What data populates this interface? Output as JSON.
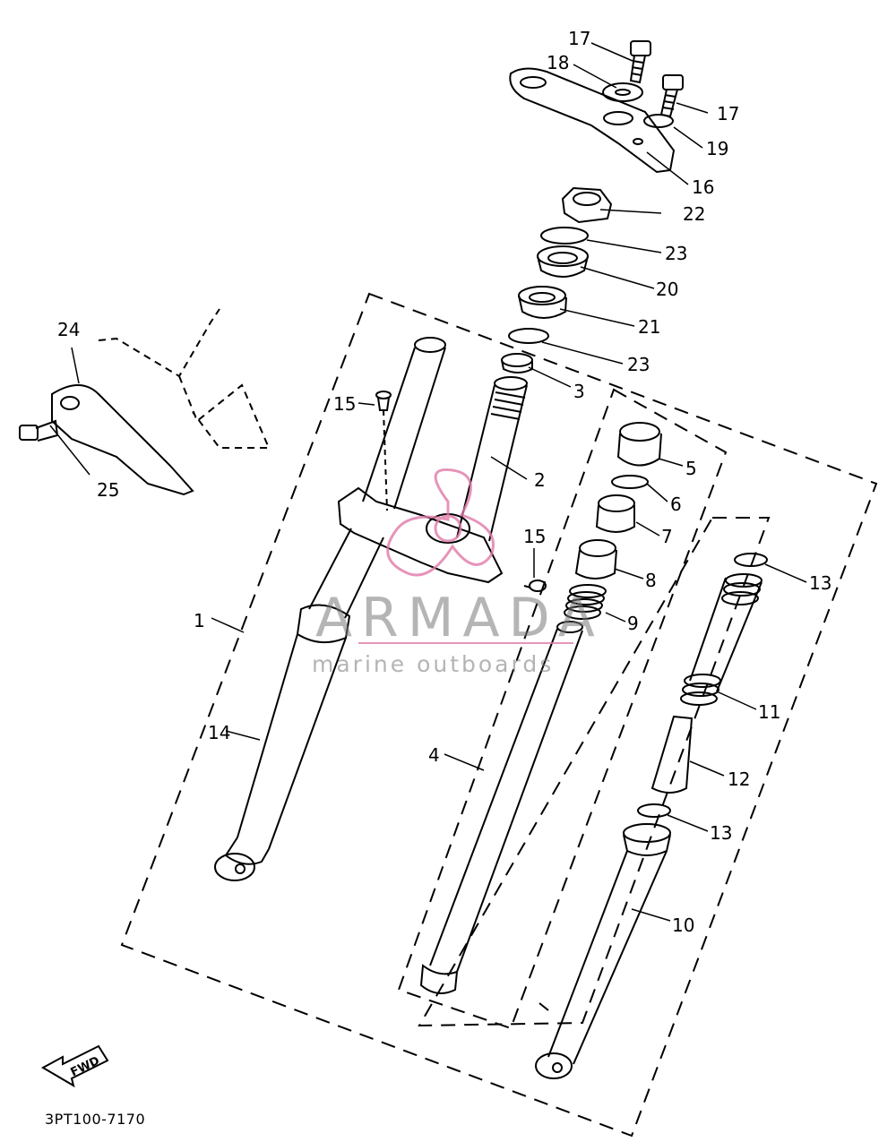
{
  "diagram": {
    "callouts": [
      {
        "id": "c1",
        "text": "1"
      },
      {
        "id": "c2",
        "text": "2"
      },
      {
        "id": "c3",
        "text": "3"
      },
      {
        "id": "c4",
        "text": "4"
      },
      {
        "id": "c5",
        "text": "5"
      },
      {
        "id": "c6",
        "text": "6"
      },
      {
        "id": "c7",
        "text": "7"
      },
      {
        "id": "c8",
        "text": "8"
      },
      {
        "id": "c9",
        "text": "9"
      },
      {
        "id": "c10",
        "text": "10"
      },
      {
        "id": "c11",
        "text": "11"
      },
      {
        "id": "c12",
        "text": "12"
      },
      {
        "id": "c13a",
        "text": "13"
      },
      {
        "id": "c13b",
        "text": "13"
      },
      {
        "id": "c14",
        "text": "14"
      },
      {
        "id": "c15a",
        "text": "15"
      },
      {
        "id": "c15b",
        "text": "15"
      },
      {
        "id": "c16",
        "text": "16"
      },
      {
        "id": "c17a",
        "text": "17"
      },
      {
        "id": "c17b",
        "text": "17"
      },
      {
        "id": "c18",
        "text": "18"
      },
      {
        "id": "c19",
        "text": "19"
      },
      {
        "id": "c20",
        "text": "20"
      },
      {
        "id": "c21",
        "text": "21"
      },
      {
        "id": "c22",
        "text": "22"
      },
      {
        "id": "c23a",
        "text": "23"
      },
      {
        "id": "c23b",
        "text": "23"
      },
      {
        "id": "c24",
        "text": "24"
      },
      {
        "id": "c25",
        "text": "25"
      }
    ],
    "fwd_label": "FWD",
    "code": "3PT100-7170"
  },
  "watermark": {
    "brand": "ARMADA",
    "tagline": "marine outboards",
    "color": "#e07aa8"
  }
}
